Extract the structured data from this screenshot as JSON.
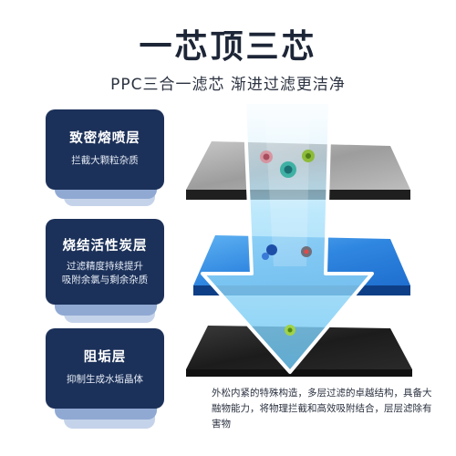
{
  "header": {
    "title": "一芯顶三芯",
    "subtitle": "PPC三合一滤芯 渐进过滤更洁净"
  },
  "layers": [
    {
      "name": "致密熔喷层",
      "description": "拦截大颗粒杂质"
    },
    {
      "name": "烧结活性炭层",
      "description_line1": "过滤精度持续提升",
      "description_line2": "吸附余氯与剩余杂质"
    },
    {
      "name": "阻垢层",
      "description": "抑制生成水垢晶体"
    }
  ],
  "footer": {
    "description": "外松内紧的特殊构造，多层过滤的卓越结构，具备大融物能力，将物理拦截和高效吸附结合，层层滤除有害物"
  },
  "colors": {
    "card": "#1c3159",
    "card_shadow_1": "#90a9d3",
    "card_shadow_2": "#c5d3ea",
    "layer_top": "#9a9a9a",
    "layer_middle": "#2f86e0",
    "layer_bottom": "#1c1c1c",
    "arrow": "#8fd3f4"
  }
}
